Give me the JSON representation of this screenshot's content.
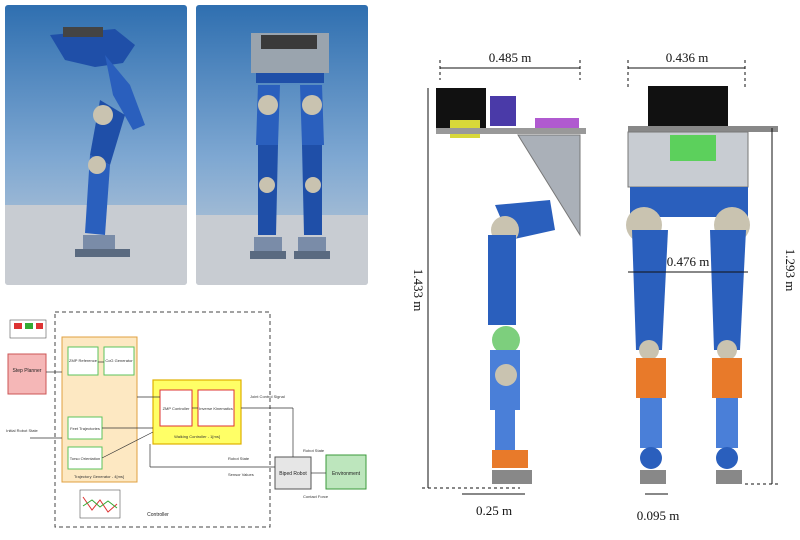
{
  "colors": {
    "robot_blue": "#1f4fa8",
    "robot_blue_light": "#3f7fd8",
    "joint_gray": "#c9c3b0",
    "photo_bg_top": "#3a76b5",
    "photo_bg_bottom": "#b9cce0",
    "generator_fill": "#fde8c2",
    "walking_fill": "#ffff66",
    "walking_border": "#e0b000",
    "block_green": "#5cc35c",
    "step_planner_fill": "#f5b7b7"
  },
  "diagram": {
    "step_planner": "Step Planner",
    "zmp_reference": "ZMP Reference",
    "cog_generator": "CoG Generator",
    "feet_trajectories": "Feet Trajectories",
    "torso_orientation": "Torso Orientation",
    "trajectory_generator": "Trajectory Generator - 4[ms]",
    "zmp_controller": "ZMP Controller",
    "inverse_kinematics": "Inverse Kinematics",
    "walking_controller": "Walking Controller - 1[ms]",
    "joint_control_signal": "Joint Control Signal",
    "initial_robot_state": "Initial Robot State",
    "robot_state": "Robot State",
    "sensor_values": "Sensor Values",
    "contact_force": "Contact Force",
    "biped_robot": "Biped Robot",
    "environment": "Environment",
    "controller": "Controller"
  },
  "dimensions": {
    "side_width": "0.485 m",
    "front_width": "0.436 m",
    "height_total": "1.433 m",
    "hip_width": "0.476 m",
    "height_leg": "1.293 m",
    "foot_length": "0.25 m",
    "foot_width": "0.095 m"
  }
}
